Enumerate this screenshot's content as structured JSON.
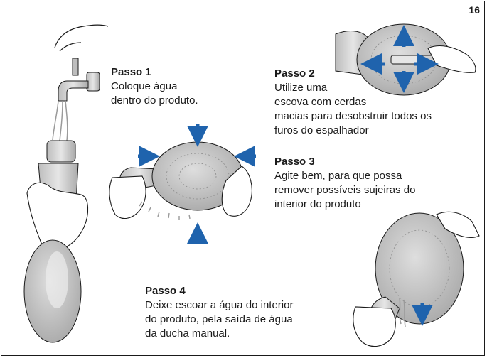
{
  "page_number": "16",
  "steps": [
    {
      "title": "Passo 1",
      "lines": [
        "Coloque água",
        "dentro do produto."
      ]
    },
    {
      "title": "Passo 2",
      "lines": [
        "Utilize uma",
        "escova com cerdas",
        "macias para desobstruir todos os",
        "furos do espalhador"
      ]
    },
    {
      "title": "Passo 3",
      "lines": [
        "Agite bem, para que possa",
        "remover possíveis sujeiras do",
        "interior do produto"
      ]
    },
    {
      "title": "Passo 4",
      "lines": [
        "Deixe escoar a água do interior",
        "do produto, pela saída de água",
        "da ducha manual."
      ]
    }
  ],
  "colors": {
    "arrow": "#1f63ad",
    "line": "#1a1a1a",
    "shower": "#c9c9c9",
    "shower_dark": "#9a9a9a"
  }
}
